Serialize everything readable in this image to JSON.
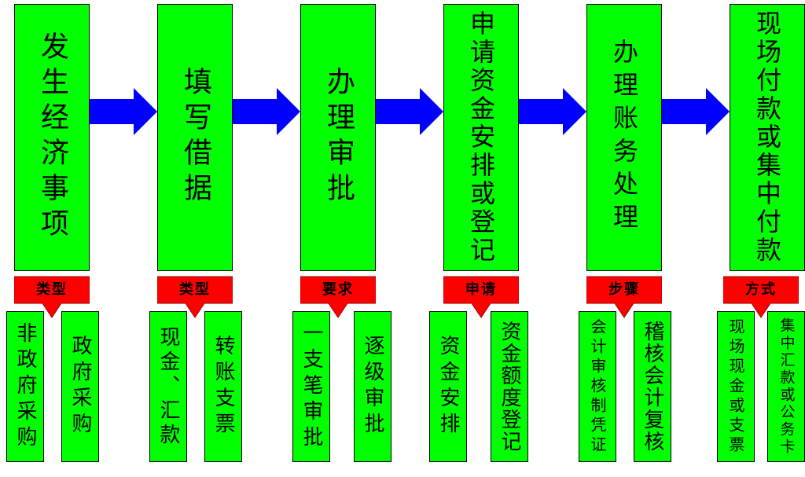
{
  "colors": {
    "box_fill": "#00ff00",
    "label_fill": "#ff0000",
    "arrow_fill": "#0000ff",
    "text": "#000000"
  },
  "steps": [
    {
      "title": "发生经济事项",
      "tag": "类型",
      "subs": [
        "非政府采购",
        "政府采购"
      ]
    },
    {
      "title": "填写借据",
      "tag": "类型",
      "subs": [
        "现金、汇款",
        "转账支票"
      ]
    },
    {
      "title": "办理审批",
      "tag": "要求",
      "subs": [
        "一支笔审批",
        "逐级审批"
      ]
    },
    {
      "title": "申请资金安排或登记",
      "tag": "申请",
      "subs": [
        "资金安排",
        "资金额度登记"
      ]
    },
    {
      "title": "办理账务处理",
      "tag": "步骤",
      "subs": [
        "会计审核制凭证",
        "稽核会计复核"
      ]
    },
    {
      "title": "现场付款或集中付款",
      "tag": "方式",
      "subs": [
        "现场现金或支票",
        "集中汇款或公务卡"
      ]
    }
  ]
}
